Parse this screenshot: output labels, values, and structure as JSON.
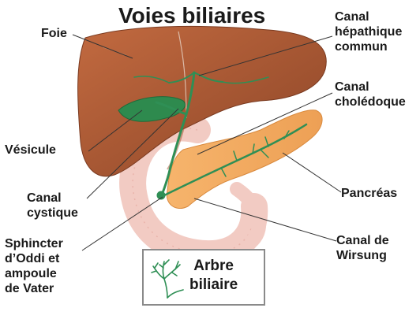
{
  "title": "Voies biliaires",
  "labels": {
    "foie": "Foie",
    "canal_hepatique": "Canal\nhépathique\ncommun",
    "canal_choledoque": "Canal\ncholédoque",
    "vesicule": "Vésicule",
    "canal_cystique": "Canal\ncystique",
    "pancreas": "Pancréas",
    "sphincter": "Sphincter\nd’Oddi et\nampoule\nde Vater",
    "canal_wirsung": "Canal de\nWirsung"
  },
  "legend": {
    "text": "Arbre\nbiliaire",
    "icon": "biliary-tree-icon"
  },
  "colors": {
    "liver": "#b0603a",
    "liver_dark": "#8f4a2a",
    "gallbladder": "#2e8a4e",
    "duct": "#2f8f55",
    "pancreas": "#f0a860",
    "duodenum": "#f3c9c2"
  }
}
